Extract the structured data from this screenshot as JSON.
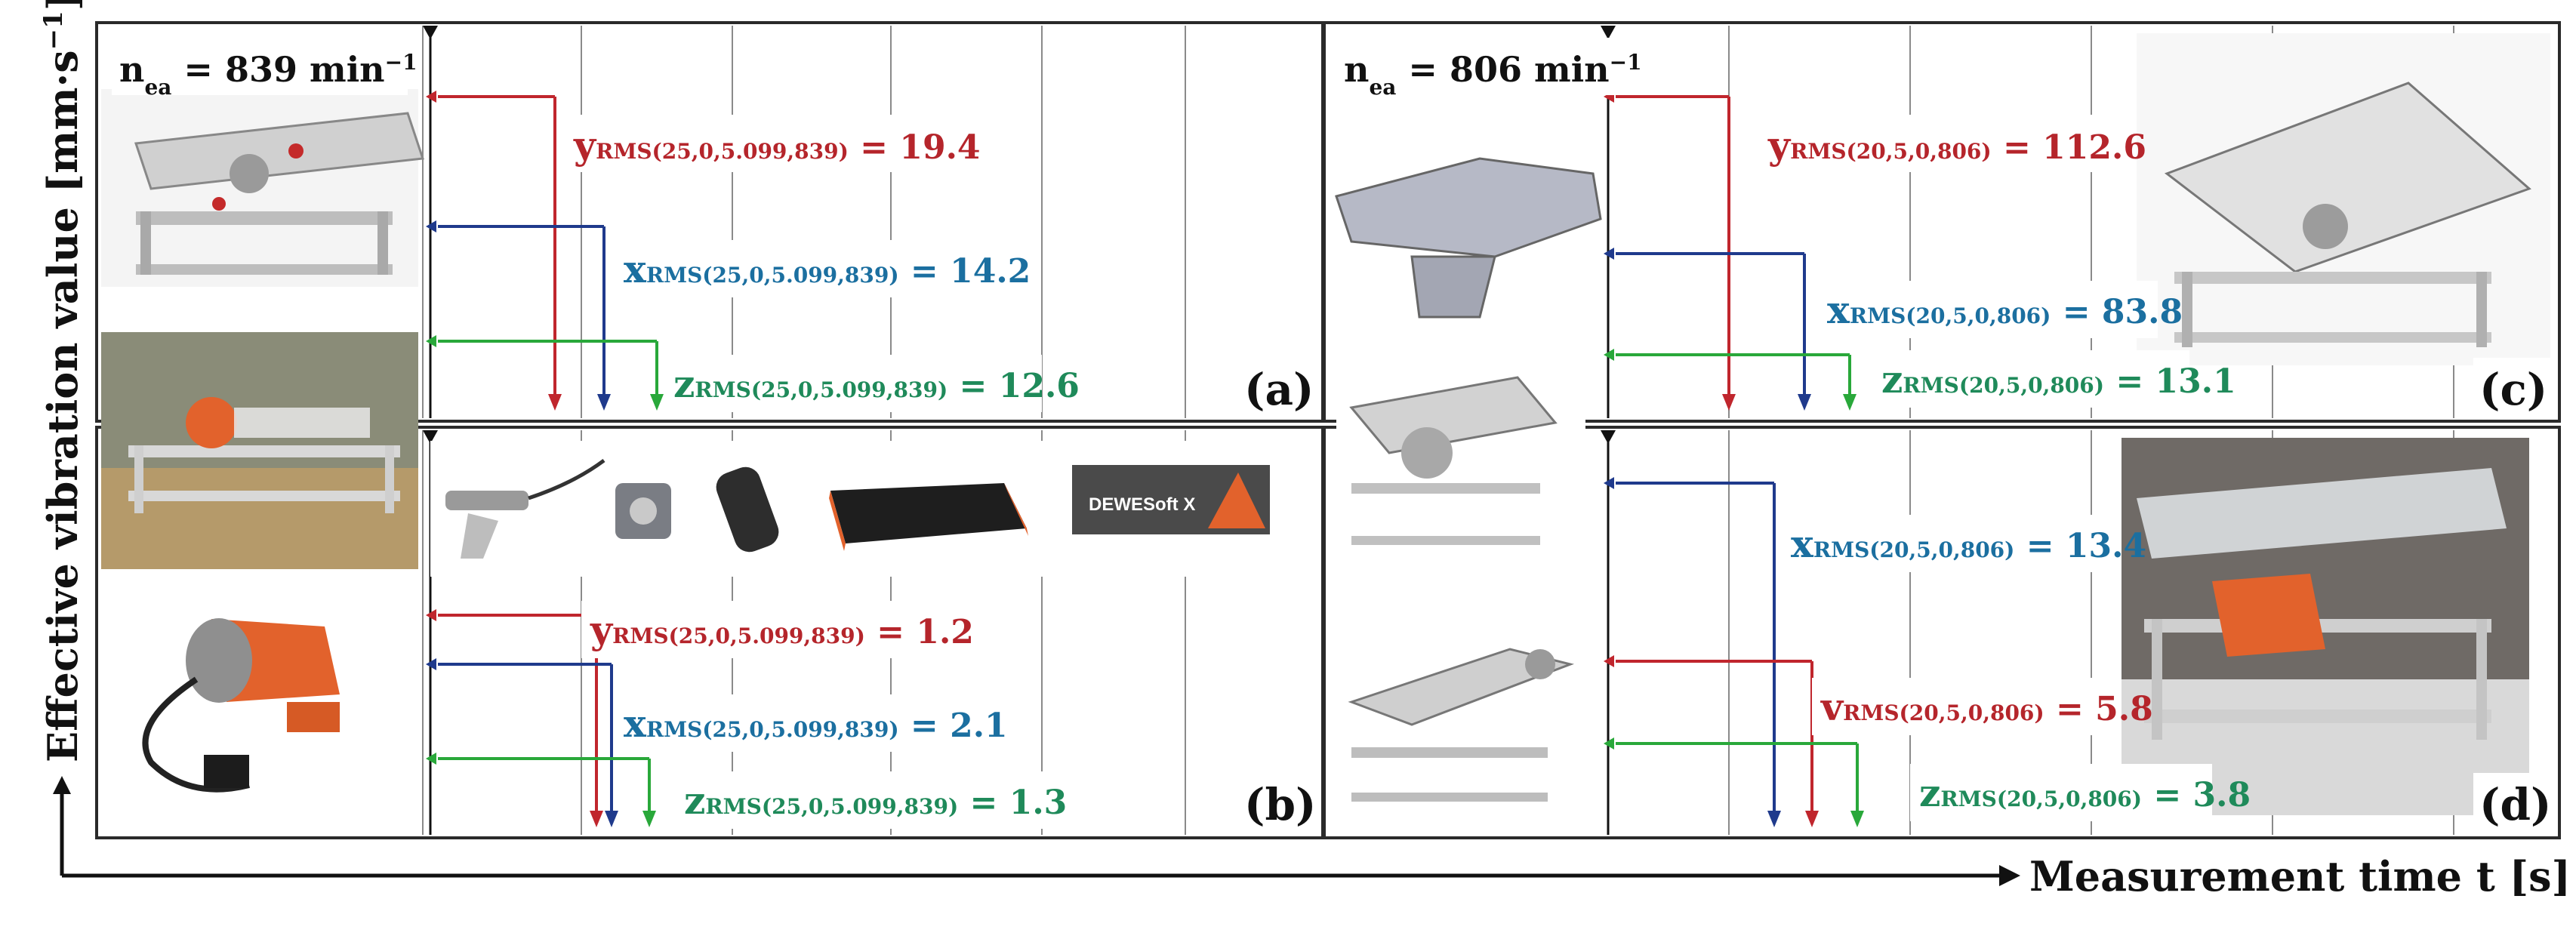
{
  "axes": {
    "xlabel": "Measurement time t [s]",
    "ylabel": "Effective vibration value [mm·s",
    "ylabel_sup": "−1",
    "ylabel_end": "]"
  },
  "colors": {
    "y": "#c0262d",
    "x": "#1f3a8c",
    "z": "#29a83a",
    "y_text": "#b5252b",
    "x_text": "#1b6fa0",
    "z_text": "#1f8a5a"
  },
  "chart_data": [
    {
      "type": "line",
      "panel": "(a)",
      "speed_prefix": "n",
      "speed_sub": "ea",
      "speed_value": " = 839 min",
      "speed_sup": "−1",
      "series": [
        {
          "name": "y",
          "label_sub": "RMS(25,0,5.099,839)",
          "label_value": " = 19.4",
          "rms": 19.4
        },
        {
          "name": "x",
          "label_sub": "RMS(25,0,5.099,839)",
          "label_value": " = 14.2",
          "rms": 14.2
        },
        {
          "name": "z",
          "label_sub": "RMS(25,0,5.099,839)",
          "label_value": " = 12.6",
          "rms": 12.6
        }
      ]
    },
    {
      "type": "line",
      "panel": "(b)",
      "series": [
        {
          "name": "y",
          "label_sub": "RMS(25,0,5.099,839)",
          "label_value": " = 1.2",
          "rms": 1.2
        },
        {
          "name": "x",
          "label_sub": "RMS(25,0,5.099,839)",
          "label_value": " = 2.1",
          "rms": 2.1
        },
        {
          "name": "z",
          "label_sub": "RMS(25,0,5.099,839)",
          "label_value": " = 1.3",
          "rms": 1.3
        }
      ]
    },
    {
      "type": "line",
      "panel": "(c)",
      "speed_prefix": "n",
      "speed_sub": "ea",
      "speed_value": " = 806 min",
      "speed_sup": "−1",
      "series": [
        {
          "name": "y",
          "label_sub": "RMS(20,5,0,806)",
          "label_value": " = 112.6",
          "rms": 112.6
        },
        {
          "name": "x",
          "label_sub": "RMS(20,5,0,806)",
          "label_value": " = 83.8",
          "rms": 83.8
        },
        {
          "name": "z",
          "label_sub": "RMS(20,5,0,806)",
          "label_value": " = 13.1",
          "rms": 13.1
        }
      ]
    },
    {
      "type": "line",
      "panel": "(d)",
      "series": [
        {
          "name": "x",
          "label_sub": "RMS(20,5,0,806)",
          "label_value": " = 13.4",
          "rms": 13.4
        },
        {
          "name": "v",
          "label_sub": "RMS(20,5,0,806)",
          "label_value": " = 5.8",
          "rms": 5.8
        },
        {
          "name": "z",
          "label_sub": "RMS(20,5,0,806)",
          "label_value": " = 3.8",
          "rms": 3.8
        }
      ]
    }
  ],
  "equipment_icons": [
    "laser-sensor-icon",
    "accelerometer-icon",
    "vibration-mount-icon",
    "daq-unit-icon",
    "dewesoft-logo-icon"
  ],
  "logo_text": "DEWESoft X"
}
